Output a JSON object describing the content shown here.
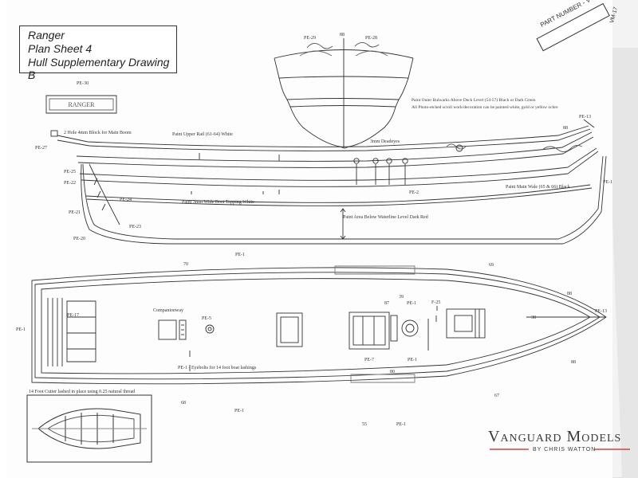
{
  "title": {
    "line1": "Ranger",
    "line2": "Plan Sheet 4",
    "line3": "Hull Supplementary Drawing B"
  },
  "part_number": "PART NUMBER - V",
  "part_number_side": "VM-17",
  "brand": {
    "name": "Vanguard Models",
    "byline": "BY CHRIS WATTON",
    "accent_color": "#c8202a"
  },
  "labels": {
    "pe29": "PE-29",
    "pe28": "PE-28",
    "n88_top": "88",
    "pe30": "PE-30",
    "boom_block": "2 Hole 4mm Block for Main Boom",
    "pe27": "PE-27",
    "upper_rail": "Paint Upper Rail (61-64) White",
    "deadeyes": "3mm Deadeyes",
    "outer_bulwarks_1": "Paint Outer Bulwarks Above Deck Level (54-57) Black or Dark Green",
    "outer_bulwarks_2": "All Photo-etched scroll work/decoration can be painted white, gold or yellow ochre",
    "n88_bow": "88",
    "pe13_bow": "PE-13",
    "pe25": "PE-25",
    "pe22": "PE-22",
    "pe24": "PE-24",
    "pe21": "PE-21",
    "pe23": "PE-23",
    "pe20": "PE-20",
    "pe2": "PE-2",
    "boot_topping": "Paint 3mm Wide Boot Topping White",
    "main_wale": "Paint Main Wale (65 & 66) Black",
    "below_waterline": "Paint Area Below Waterline Level Dark Red",
    "pe1_side": "PE-1",
    "pe1_top": "PE-1",
    "n70": "70",
    "n69": "69",
    "pe17": "PE-17",
    "pe1_stern": "PE-1",
    "companionway": "Companionway",
    "pe5": "PE-5",
    "n87": "87",
    "n39": "39",
    "pe1_mid": "PE-1",
    "f25": "F-25",
    "pe7": "PE-7",
    "pe1_mid2": "PE-1",
    "n80": "80",
    "n38": "38",
    "n88_deck1": "88",
    "n88_deck2": "88",
    "pe13_deck": "PE-13",
    "eyebolts": "PE-1 - Eyebolts for 14 foot boat lashings",
    "n68": "68",
    "pe1_bottom1": "PE-1",
    "n67": "67",
    "n55": "55",
    "pe1_bottom2": "PE-1",
    "cutter": "14 Foot Cutter lashed in place using 0.25 natural thread"
  }
}
